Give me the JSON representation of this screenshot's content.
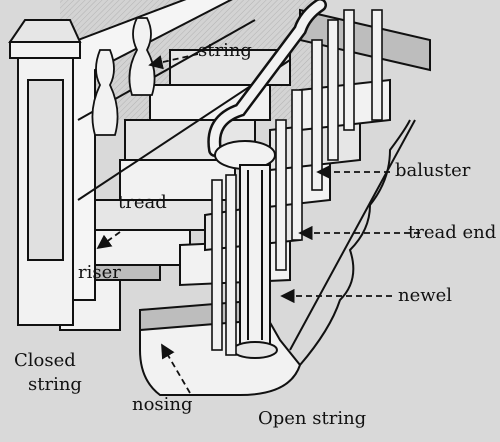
{
  "labels": {
    "string": "string",
    "tread": "tread",
    "riser": "riser",
    "baluster": "baluster",
    "tread_end": "tread end",
    "newel": "newel",
    "closed_string_1": "Closed",
    "closed_string_2": "string",
    "nosing": "nosing",
    "open_string": "Open string"
  },
  "colors": {
    "background": "#d9d9d9",
    "ink": "#111111",
    "step_light": "#f2f2f2",
    "step_shade": "#bdbdbd"
  }
}
